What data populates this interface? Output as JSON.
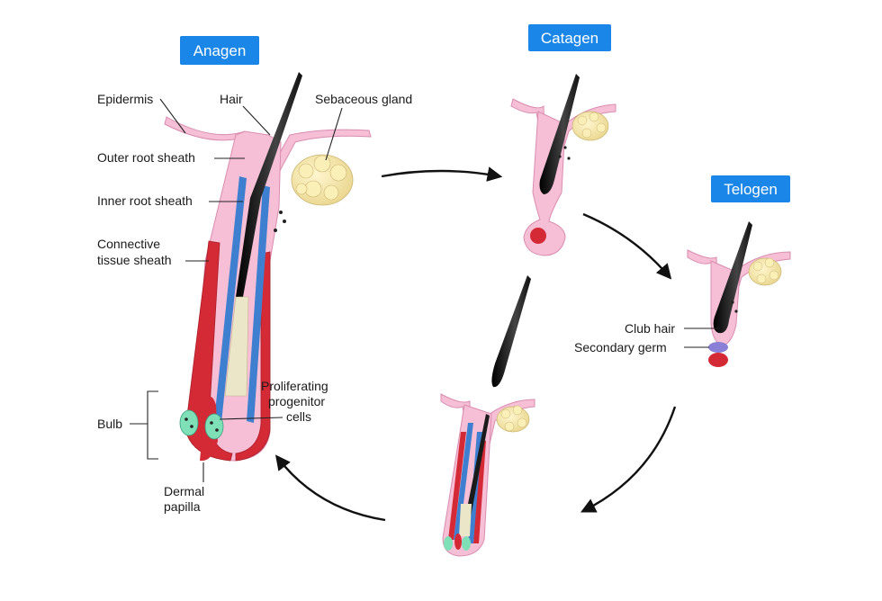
{
  "phases": {
    "anagen": "Anagen",
    "catagen": "Catagen",
    "telogen": "Telogen"
  },
  "labels": {
    "epidermis": "Epidermis",
    "hair": "Hair",
    "sebaceous_gland": "Sebaceous gland",
    "outer_root_sheath": "Outer root sheath",
    "inner_root_sheath": "Inner root sheath",
    "connective_line1": "Connective",
    "connective_line2": "tissue sheath",
    "bulb": "Bulb",
    "proliferating_line1": "Proliferating",
    "proliferating_line2": "progenitor",
    "proliferating_line3": "cells",
    "dermal_line1": "Dermal",
    "dermal_line2": "papilla",
    "club_hair": "Club hair",
    "secondary_germ": "Secondary germ"
  },
  "colors": {
    "skin_pink": "#f6bfd6",
    "skin_outline": "#d98cb0",
    "blue_sheath": "#3f7fd0",
    "red_sheath": "#d42a35",
    "hair_black": "#1b1b1b",
    "gland_yellow": "#f3e2a0",
    "progenitor_green": "#7fe0b8",
    "germ_purple": "#8a7fd6",
    "phase_blue": "#1a86e8"
  }
}
